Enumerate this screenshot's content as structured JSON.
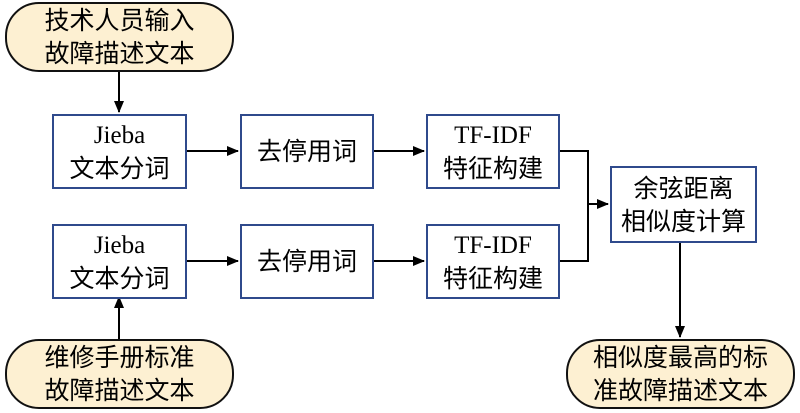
{
  "nodes": {
    "tech_input": [
      "技术人员输入",
      "故障描述文本"
    ],
    "manual": [
      "维修手册标准",
      "故障描述文本"
    ],
    "jieba_top": [
      "Jieba",
      "文本分词"
    ],
    "jieba_bottom": [
      "Jieba",
      "文本分词"
    ],
    "stopword_top": [
      "去停用词"
    ],
    "stopword_bottom": [
      "去停用词"
    ],
    "tfidf_top": [
      "TF-IDF",
      "特征构建"
    ],
    "tfidf_bottom": [
      "TF-IDF",
      "特征构建"
    ],
    "cosine": [
      "余弦距离",
      "相似度计算"
    ],
    "result": [
      "相似度最高的标",
      "准故障描述文本"
    ]
  },
  "colors": {
    "box_border": "#2f4a8c",
    "terminal_fill": "#fdf0d2",
    "arrow": "#000000"
  }
}
